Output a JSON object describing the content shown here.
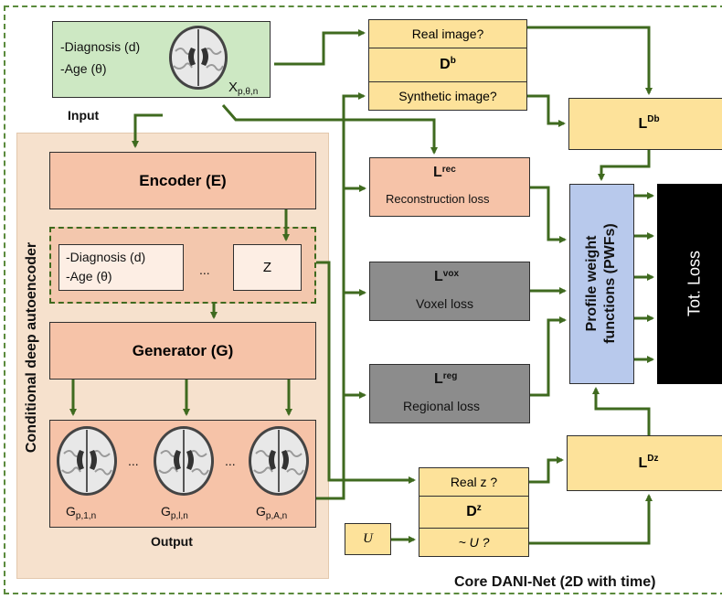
{
  "input": {
    "label": "Input",
    "diagnosis": "-Diagnosis (d)",
    "age": "-Age (θ)",
    "x_main": "X",
    "x_sub": "p,θ,n"
  },
  "cae": {
    "label": "Conditional deep autoencoder",
    "encoder": "Encoder (E)",
    "latent_diagnosis": "-Diagnosis (d)",
    "latent_age": "-Age (θ)",
    "latent_ellipsis": "...",
    "latent_z": "Z",
    "generator": "Generator (G)",
    "output_label": "Output",
    "outputs": [
      {
        "main": "G",
        "sub": "p,1,n"
      },
      {
        "main": "G",
        "sub": "p,l,n"
      },
      {
        "main": "G",
        "sub": "p,A,n"
      }
    ],
    "output_ellipsis": "..."
  },
  "db": {
    "top": "Real image?",
    "main": "D",
    "main_sup": "b",
    "bottom": "Synthetic image?"
  },
  "losses": {
    "ldb": {
      "main": "L",
      "sup": "Db"
    },
    "lrec": {
      "main": "L",
      "sup": "rec",
      "desc": "Reconstruction loss"
    },
    "lvox": {
      "main": "L",
      "sup": "vox",
      "desc": "Voxel loss"
    },
    "lreg": {
      "main": "L",
      "sup": "reg",
      "desc": "Regional loss"
    },
    "ldz": {
      "main": "L",
      "sup": "Dz"
    }
  },
  "dz": {
    "top": "Real z ?",
    "main": "D",
    "main_sup": "z",
    "bottom": "~ U ?",
    "u_label": "U"
  },
  "pwf": {
    "line1": "Profile  weight",
    "line2": "functions (PWFs)"
  },
  "total": {
    "label": "Tot. Loss"
  },
  "footer": {
    "title": "Core DANI-Net (2D with time)"
  },
  "colors": {
    "arrow": "#3f6a1f",
    "yellow": "#fde29a",
    "salmon": "#f6c3a8",
    "gray": "#8c8c8c",
    "blue": "#b8c9ec",
    "green": "#cde8c3",
    "panel": "#f6e1cd"
  }
}
